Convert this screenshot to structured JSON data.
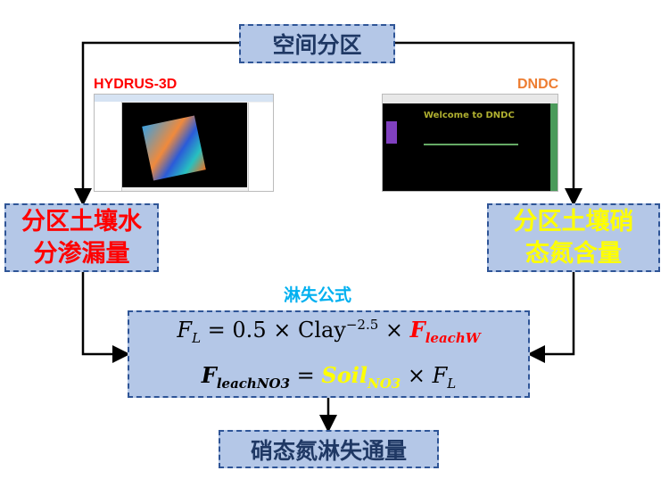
{
  "top_box": {
    "label": "空间分区"
  },
  "left_tool": {
    "label": "HYDRUS-3D",
    "color": "#ff0000"
  },
  "right_tool": {
    "label": "DNDC",
    "color": "#ed7d31",
    "welcome_text": "Welcome to DNDC"
  },
  "left_box": {
    "line1": "分区土壤水",
    "line2": "分渗漏量",
    "color": "#ff0000"
  },
  "right_box": {
    "line1": "分区土壤硝",
    "line2": "态氮含量",
    "color": "#ffff00"
  },
  "formula_title": "淋失公式",
  "formula": {
    "line1": {
      "lhs_var": "F",
      "lhs_sub": "L",
      "eq": " = 0.5 × Clay",
      "exp": "−2.5",
      "times": " × ",
      "term_var": "F",
      "term_sub": "leachW"
    },
    "line2": {
      "lhs_var": "F",
      "lhs_sub": "leachNO3",
      "eq": " = ",
      "soil_var": "Soil",
      "soil_sub": "NO3",
      "times": " × ",
      "rhs_var": "F",
      "rhs_sub": "L"
    }
  },
  "bottom_box": {
    "label": "硝态氮淋失通量"
  }
}
